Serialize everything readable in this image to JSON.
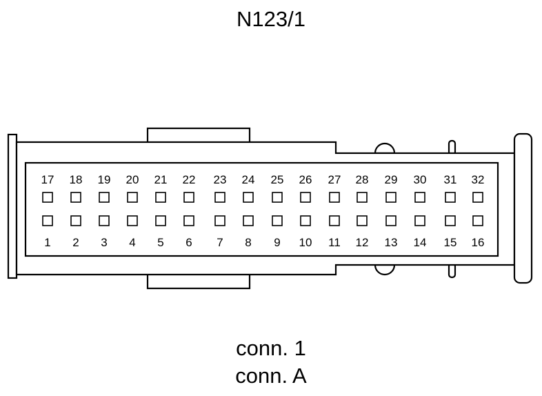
{
  "title": "N123/1",
  "caption": {
    "line1": "conn. 1",
    "line2": "conn. A"
  },
  "pins": {
    "top_row": [
      "17",
      "18",
      "19",
      "20",
      "21",
      "22",
      "23",
      "24",
      "25",
      "26",
      "27",
      "28",
      "29",
      "30",
      "31",
      "32"
    ],
    "bottom_row": [
      "1",
      "2",
      "3",
      "4",
      "5",
      "6",
      "7",
      "8",
      "9",
      "10",
      "11",
      "12",
      "13",
      "14",
      "15",
      "16"
    ]
  },
  "colors": {
    "line": "#000000",
    "background": "#ffffff"
  }
}
